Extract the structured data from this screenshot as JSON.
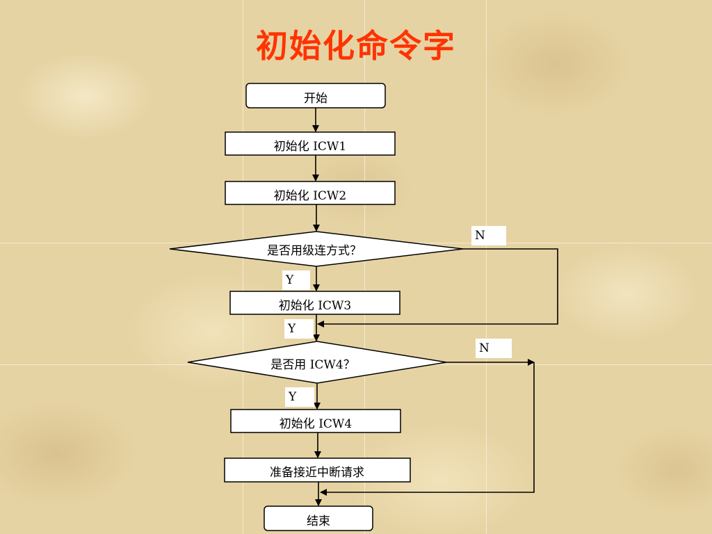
{
  "title": "初始化命令字",
  "nodes": {
    "start": "开始",
    "icw1": "初始化 ICW1",
    "icw2": "初始化 ICW2",
    "cascade_q": "是否用级连方式？",
    "icw3": "初始化 ICW3",
    "icw4_q": "是否用 ICW4？",
    "icw4": "初始化 ICW4",
    "ready": "准备接近中断请求",
    "end": "结束"
  },
  "branch_labels": {
    "cascade_no": "N",
    "cascade_yes": "Y",
    "icw3_yes": "Y",
    "icw4_no": "N",
    "icw4_yes": "Y"
  },
  "colors": {
    "title": "#ff3300",
    "box_fill": "#ffffff",
    "line": "#000000"
  }
}
